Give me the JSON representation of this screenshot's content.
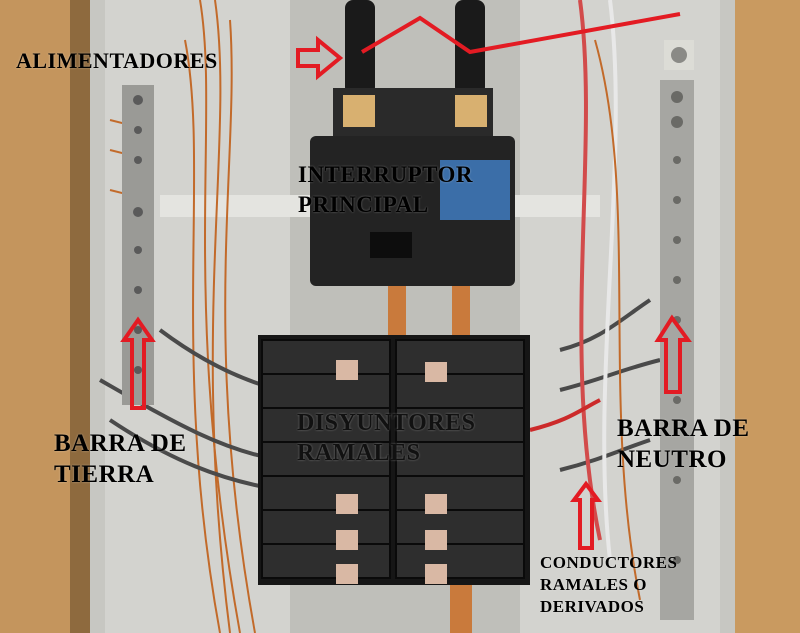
{
  "labels": {
    "feeders": "ALIMENTADORES",
    "main_breaker": [
      "INTERRUPTOR",
      "PRINCIPAL"
    ],
    "branch_breakers": [
      "DISYUNTORES",
      "RAMALES"
    ],
    "ground_bar": [
      "BARRA DE",
      "TIERRA"
    ],
    "neutral_bar": [
      "BARRA DE",
      "NEUTRO"
    ],
    "branch_conductors": [
      "CONDUCTORES",
      "RAMALES O",
      "DERIVADOS"
    ]
  },
  "colors": {
    "annotation_red": "#e31b23",
    "wood": "#b98a55",
    "panel": "#cfcfcb",
    "breaker": "#1b1b1b",
    "copper": "#c26a2a"
  }
}
